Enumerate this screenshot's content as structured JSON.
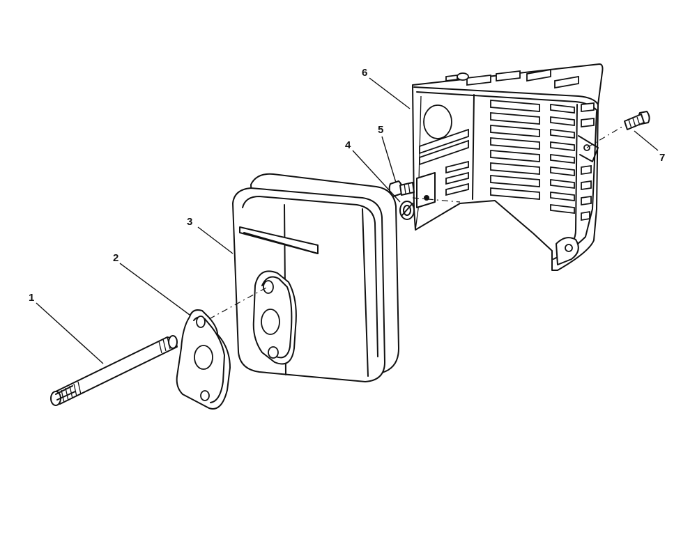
{
  "callouts": [
    {
      "id": "1",
      "text": "1"
    },
    {
      "id": "2",
      "text": "2"
    },
    {
      "id": "3",
      "text": "3"
    },
    {
      "id": "4",
      "text": "4"
    },
    {
      "id": "5",
      "text": "5"
    },
    {
      "id": "6",
      "text": "6"
    },
    {
      "id": "7",
      "text": "7"
    }
  ],
  "colors": {
    "ink": "#111111",
    "paper": "#ffffff"
  }
}
